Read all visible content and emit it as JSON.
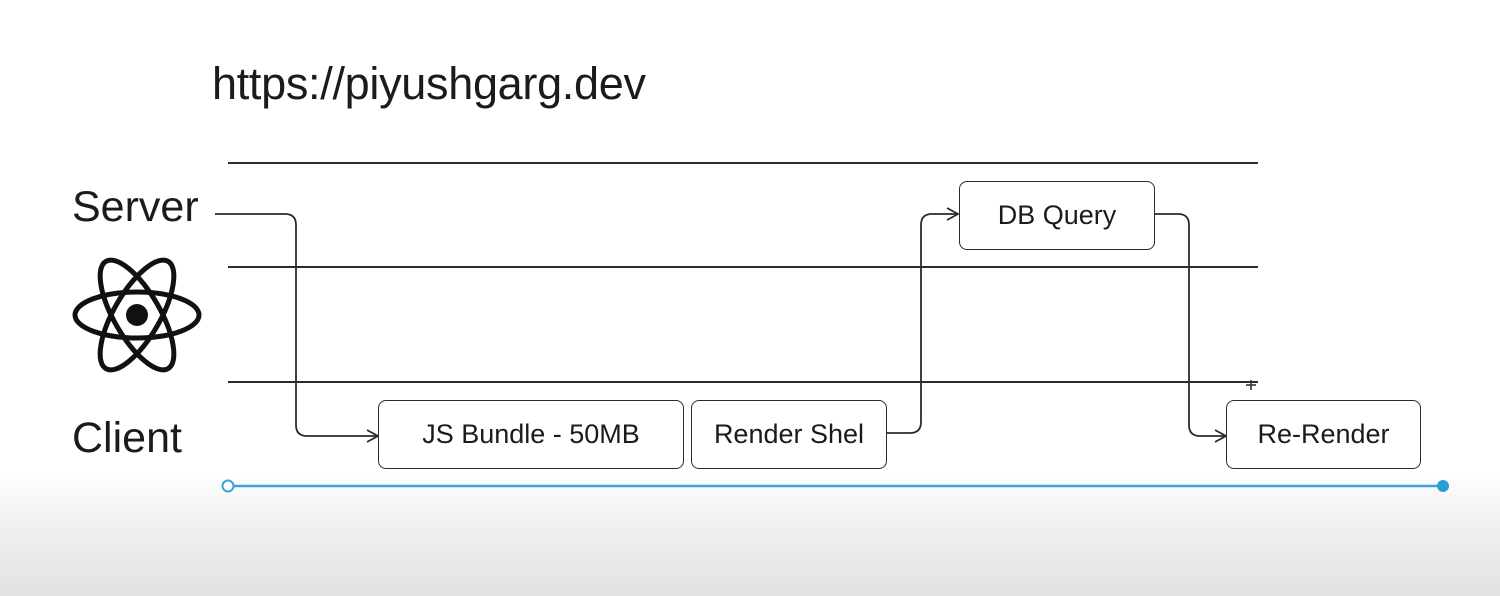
{
  "url_title": "https://piyushgarg.dev",
  "lanes": {
    "server": "Server",
    "client": "Client"
  },
  "icon": "react-atom-icon",
  "steps": {
    "js_bundle": "JS Bundle - 50MB",
    "render_shell": "Render Shel",
    "db_query": "DB Query",
    "re_render": "Re-Render"
  },
  "colors": {
    "ink": "#1b1b1b",
    "timeline": "#3aa6d4"
  }
}
